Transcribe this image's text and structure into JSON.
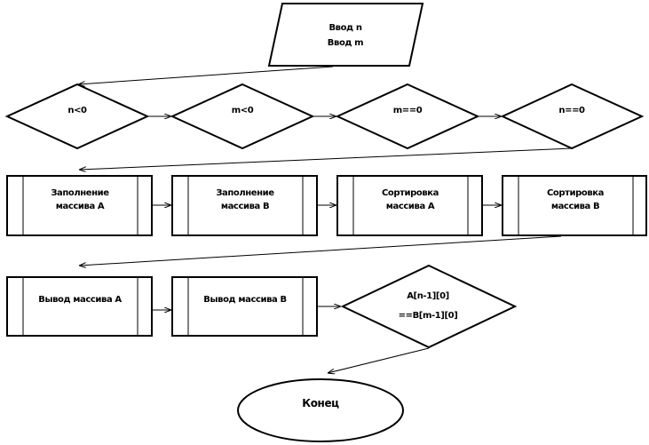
{
  "flowchart": {
    "input": {
      "lines": [
        "Ввод n",
        "Ввод m"
      ]
    },
    "conditions": {
      "n_lt_0": "n<0",
      "m_lt_0": "m<0",
      "m_eq_0": "m==0",
      "n_eq_0": "n==0"
    },
    "processes": {
      "fill_a": [
        "Заполнение",
        "массива A"
      ],
      "fill_b": [
        "Заполнение",
        "массива B"
      ],
      "sort_a": [
        "Сортировка",
        "массива A"
      ],
      "sort_b": [
        "Сортировка",
        "массива B"
      ],
      "output_a": "Вывод массива A",
      "output_b": "Вывод массива B"
    },
    "final_condition": {
      "lines": [
        "A[n-1][0]",
        "==B[m-1][0]"
      ]
    },
    "end": "Конец"
  }
}
